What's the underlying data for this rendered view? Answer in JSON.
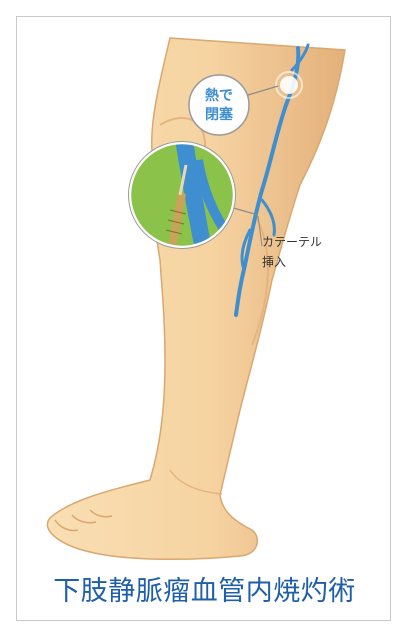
{
  "bubble": {
    "line1": "熱で",
    "line2": "閉塞"
  },
  "annotation": {
    "line1": "カテーテル",
    "line2": "挿入"
  },
  "caption": "下肢静脈瘤血管内焼灼術",
  "colors": {
    "skin": "#f6d3a1",
    "skin_shadow": "#e6b67e",
    "vein": "#3f8fd0",
    "caption": "#1f5fa8",
    "inset_bg": "#8bc34a"
  }
}
